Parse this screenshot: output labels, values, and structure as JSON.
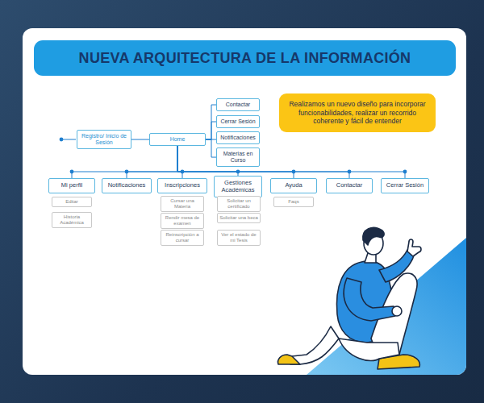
{
  "diagram": {
    "title": "NUEVA ARQUITECTURA DE LA INFORMACIÓN",
    "nodes": [
      {
        "text": [
          "Registro/ Inicio de Sesión"
        ]
      },
      {
        "text": [
          "Home"
        ]
      },
      {
        "text": [
          "Contactar"
        ]
      },
      {
        "text": [
          "Cerrar Sesión"
        ]
      },
      {
        "text": [
          "Notificaciones"
        ]
      },
      {
        "text": [
          "Materias en Curso"
        ]
      },
      {
        "text": [
          "Realizamos un nuevo diseño para incorporar funcionabilidades, realizar un recorrido coherente y fácil de entender"
        ]
      },
      {
        "text": [
          "Mi perfil"
        ]
      },
      {
        "text": [
          "Notificaciones"
        ]
      },
      {
        "text": [
          "Inscripciones"
        ]
      },
      {
        "text": [
          "Gestiones Académicas"
        ]
      },
      {
        "text": [
          "Ayuda"
        ]
      },
      {
        "text": [
          "Contactar"
        ]
      },
      {
        "text": [
          "Cerrar Sesión"
        ]
      },
      {
        "text": [
          "Editar"
        ]
      },
      {
        "text": [
          "Historia Académica"
        ]
      },
      {
        "text": [
          "Cursar una Materia"
        ]
      },
      {
        "text": [
          "Rendir mesa de examen"
        ]
      },
      {
        "text": [
          "Reinscripción a cursar"
        ]
      },
      {
        "text": [
          "Solicitar un certificado"
        ]
      },
      {
        "text": [
          "Solicitar una beca"
        ]
      },
      {
        "text": [
          "Ver el estado de mi Tesis"
        ]
      },
      {
        "text": [
          "Faqs"
        ]
      }
    ],
    "edges": [
      {
        "from": 0,
        "to": 1,
        "arrow": "none"
      },
      {
        "from": 1,
        "to": 2,
        "arrow": "none"
      },
      {
        "from": 1,
        "to": 3,
        "arrow": "none"
      },
      {
        "from": 1,
        "to": 4,
        "arrow": "none"
      },
      {
        "from": 1,
        "to": 5,
        "arrow": "none"
      },
      {
        "from": 1,
        "to": 7,
        "arrow": "none"
      },
      {
        "from": 1,
        "to": 8,
        "arrow": "none"
      },
      {
        "from": 1,
        "to": 9,
        "arrow": "none"
      },
      {
        "from": 1,
        "to": 10,
        "arrow": "none"
      },
      {
        "from": 1,
        "to": 11,
        "arrow": "none"
      },
      {
        "from": 1,
        "to": 12,
        "arrow": "none"
      },
      {
        "from": 1,
        "to": 13,
        "arrow": "none"
      }
    ]
  }
}
